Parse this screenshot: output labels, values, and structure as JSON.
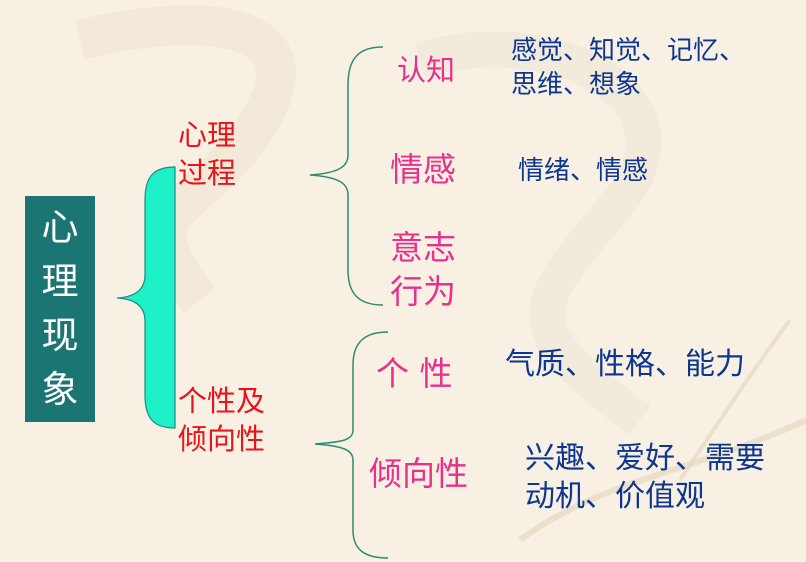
{
  "colors": {
    "background": "#f8f1e3",
    "root_box": "#1b7572",
    "root_text": "#ffffff",
    "level1_text": "#e8141c",
    "level2_text": "#e8308c",
    "level3_text": "#0d3690",
    "big_brace_fill": "#1ef0c8",
    "thin_brace_stroke": "#2e8a72"
  },
  "root": {
    "label": "心理现象",
    "chars": [
      "心",
      "理",
      "现",
      "象"
    ]
  },
  "branches": [
    {
      "label_lines": [
        "心理",
        "过程"
      ],
      "children": [
        {
          "label": "认知",
          "details": [
            "感觉、知觉、记忆、",
            "思维、想象"
          ]
        },
        {
          "label": "情感",
          "details": [
            "情绪、情感"
          ]
        },
        {
          "label_lines": [
            "意志",
            "行为"
          ],
          "details": []
        }
      ]
    },
    {
      "label_lines": [
        "个性及",
        "倾向性"
      ],
      "children": [
        {
          "label": "个 性",
          "details": [
            "气质、性格、能力"
          ]
        },
        {
          "label": "倾向性",
          "details": [
            "兴趣、爱好、需要",
            "动机、价值观"
          ]
        }
      ]
    }
  ]
}
